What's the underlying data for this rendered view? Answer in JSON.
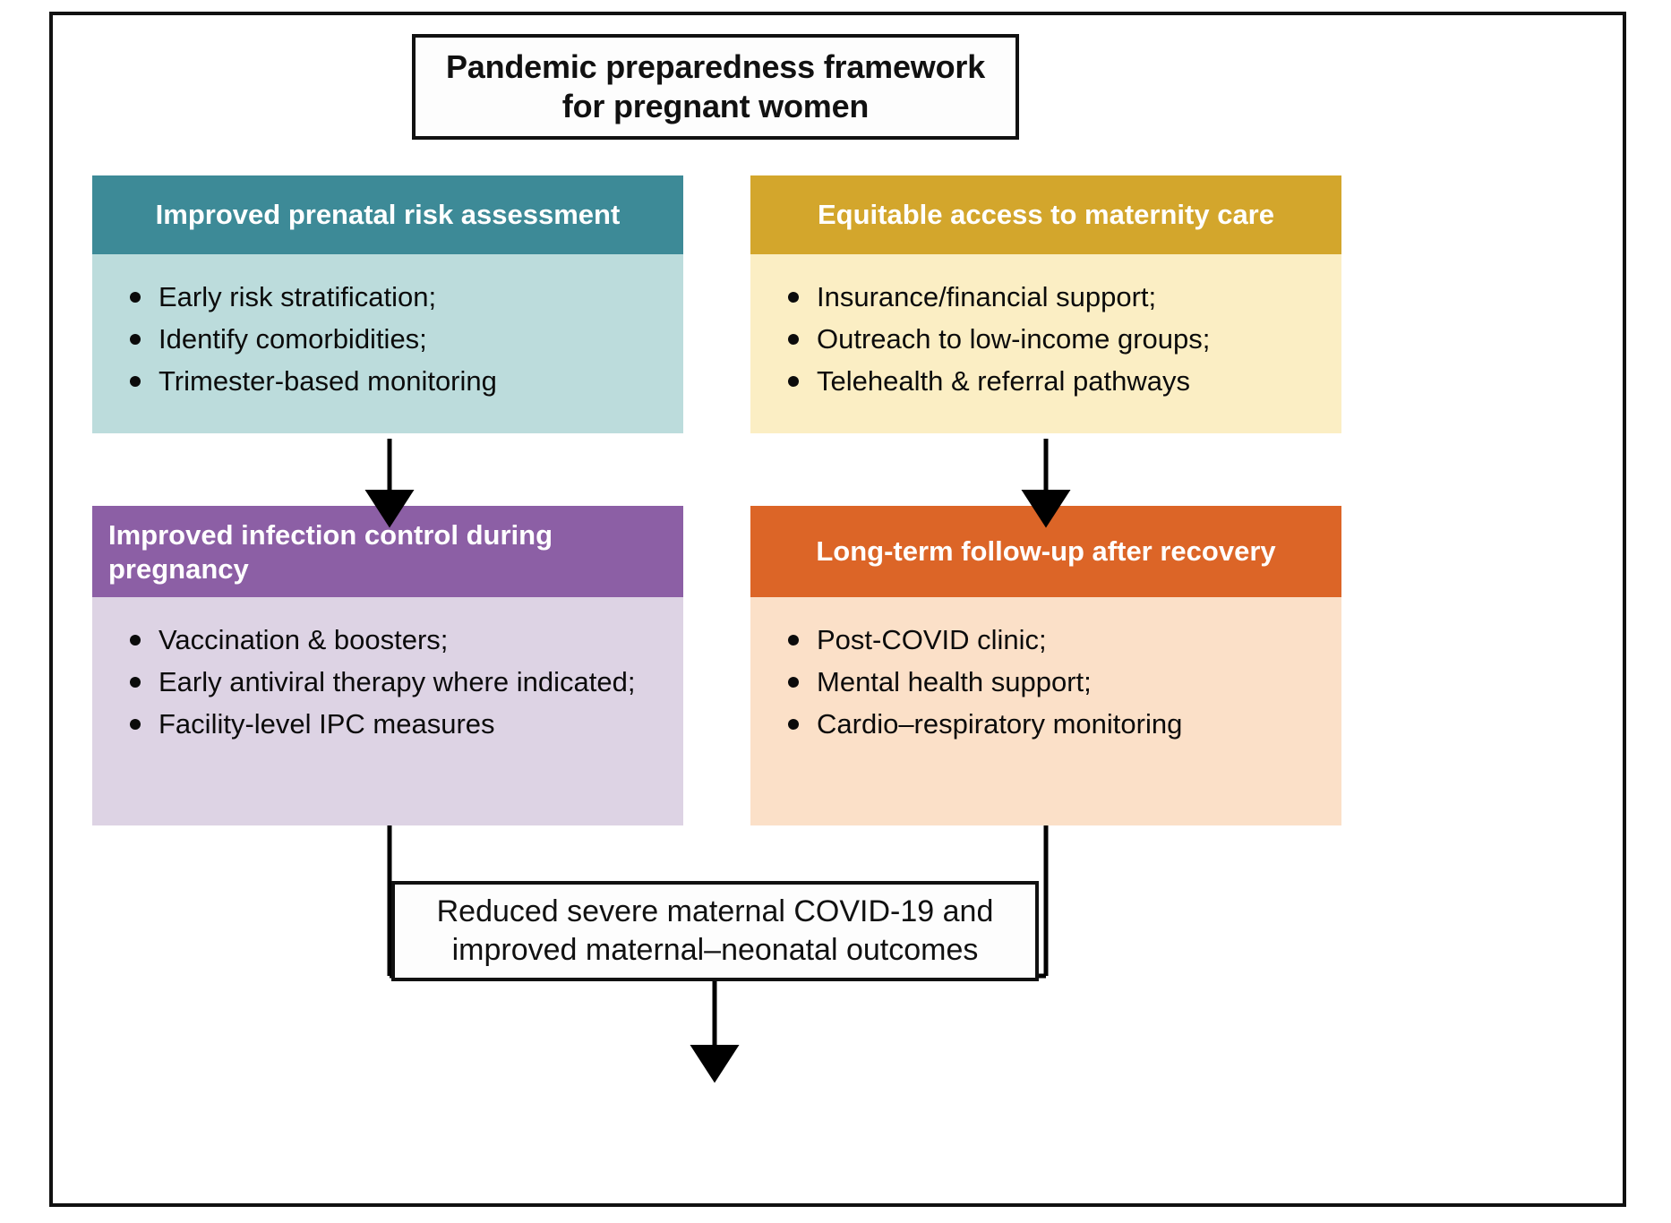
{
  "diagram": {
    "title_line1": "Pandemic preparedness framework",
    "title_line2": "for pregnant women",
    "outcome_line1": "Reduced severe maternal COVID-19 and",
    "outcome_line2": "improved maternal–neonatal outcomes",
    "colors": {
      "teal_header": "#3D8A97",
      "teal_body": "#BCDCDC",
      "gold_header": "#D3A62C",
      "gold_body": "#FBEEC4",
      "purple_header": "#8C5FA5",
      "purple_body": "#DDD3E4",
      "orange_header": "#DC6527",
      "orange_body": "#FBE0C8",
      "frame": "#111111",
      "arrow": "#000000"
    },
    "cards": [
      {
        "id": "prenatal",
        "header": "Improved prenatal risk assessment",
        "items": [
          "Early risk stratification;",
          "Identify comorbidities;",
          "Trimester-based monitoring"
        ]
      },
      {
        "id": "equitable",
        "header": "Equitable access to maternity care",
        "items": [
          "Insurance/financial support;",
          "Outreach to low-income groups;",
          "Telehealth & referral pathways"
        ]
      },
      {
        "id": "infection",
        "header": "Improved infection control during pregnancy",
        "items": [
          "Vaccination & boosters;",
          "Early antiviral therapy where indicated;",
          "Facility-level IPC measures"
        ]
      },
      {
        "id": "followup",
        "header": "Long-term follow-up after recovery",
        "items": [
          "Post-COVID clinic;",
          "Mental health support;",
          "Cardio–respiratory monitoring"
        ]
      }
    ]
  }
}
